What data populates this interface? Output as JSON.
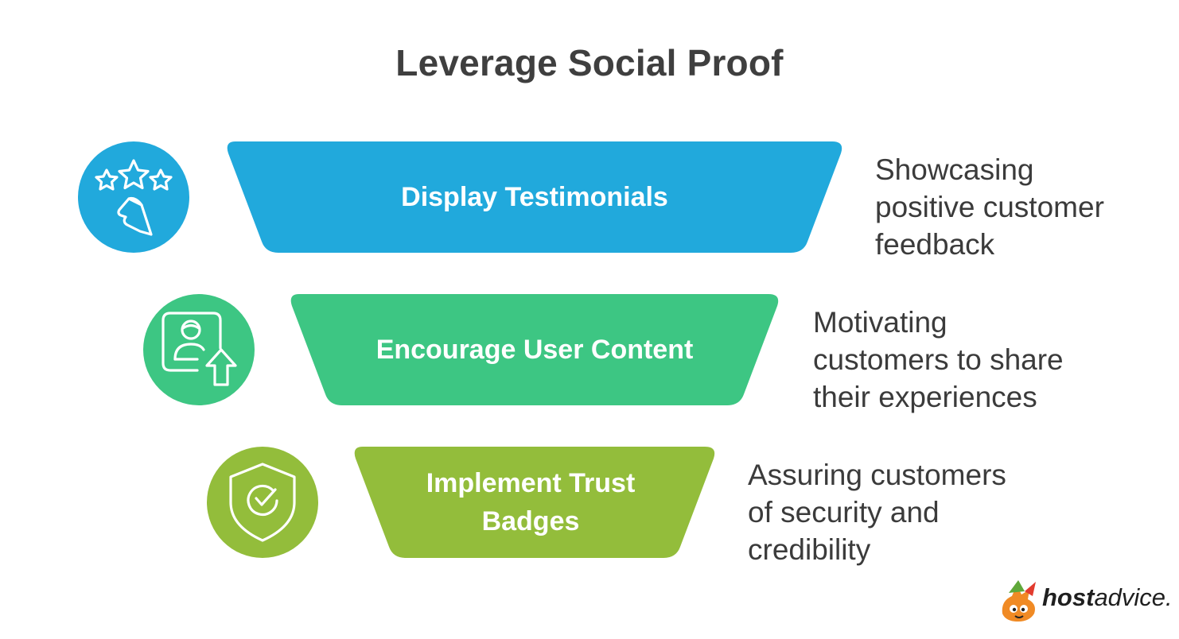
{
  "title": "Leverage Social Proof",
  "colors": {
    "blue": "#21A9DC",
    "green": "#3DC683",
    "lime": "#93BD3B",
    "text": "#3b3b3b",
    "title": "#3f3f3f"
  },
  "tiers": [
    {
      "label": "Display Testimonials",
      "description": [
        "Showcasing",
        "positive customer",
        "feedback"
      ],
      "icon": "stars-review-icon",
      "color": "#21A9DC"
    },
    {
      "label": "Encourage User Content",
      "description": [
        "Motivating",
        "customers to share",
        "their experiences"
      ],
      "icon": "user-upload-icon",
      "color": "#3DC683"
    },
    {
      "label": [
        "Implement Trust",
        "Badges"
      ],
      "description": [
        "Assuring customers",
        "of security and",
        "credibility"
      ],
      "icon": "shield-check-icon",
      "color": "#93BD3B"
    }
  ],
  "logo": {
    "host": "host",
    "advice": "advice."
  }
}
